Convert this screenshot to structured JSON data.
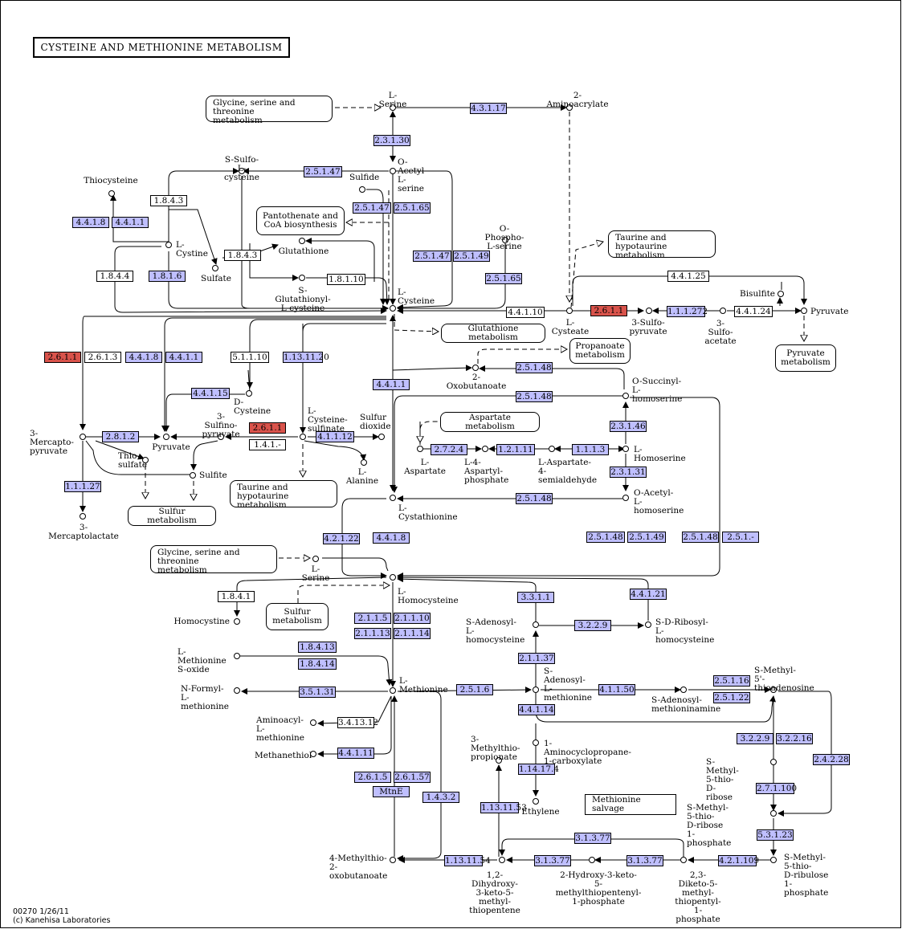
{
  "title": "CYSTEINE AND METHIONINE METABOLISM",
  "footer": {
    "map_id": "00270 1/26/11",
    "copyright": "(c) Kanehisa Laboratories"
  },
  "colors": {
    "enzyme_fill": "#bfbfff",
    "highlight_fill": "#d9534b",
    "plain_fill": "#ffffff"
  },
  "compounds": {
    "serine": "L-Serine",
    "aminoacrylate": "2-Aminoacrylate",
    "s_sulfo_cys": "S-Sulfo-L-cysteine",
    "o_acetyl_ser": "O-Acetyl-L-serine",
    "thiocysteine": "Thiocysteine",
    "sulfide": "Sulfide",
    "l_cystine": "L-Cystine",
    "sulfate": "Sulfate",
    "glutathione": "Glutathione",
    "s_glut_cys": "S-Glutathionyl-\nL-cysteine",
    "o_phospho_ser": "O-Phospho-L-serine",
    "l_cysteine": "L-Cysteine",
    "l_cysteate": "L-Cysteate",
    "sulfopyr": "3-Sulfo-\npyruvate",
    "sulfoacetate": "3-Sulfo-\nacetate",
    "bisulfite": "Bisulfite",
    "pyruvate_r": "Pyruvate",
    "oxobutanoate": "2-Oxobutanoate",
    "o_succ_hse": "O-Succinyl-\nL-homoserine",
    "d_cysteine": "D-Cysteine",
    "mercaptopyr": "3-Mercapto-\npyruvate",
    "thiosulfate": "Thio-\nsulfate",
    "pyruvate_l": "Pyruvate",
    "sulfinopyr": "3-Sulfino-\npyruvate",
    "cys_sulfinate": "L-Cysteine-\nsulfinate",
    "sulfur_dioxide": "Sulfur\ndioxide",
    "sulfite": "Sulfite",
    "l_alanine": "L-Alanine",
    "l_aspartate": "L-Aspartate",
    "aspartyl_p": "L-4-Aspartyl-\nphosphate",
    "asp_semialdehyde": "L-Aspartate-\n4-semialdehyde",
    "l_homoserine": "L-Homoserine",
    "mercaptolactate": "3-Mercaptolactate",
    "cystathionine": "L-Cystathionine",
    "o_acetyl_hse": "O-Acetyl-\nL-homoserine",
    "serine2": "L-Serine",
    "homocysteine": "L-Homocysteine",
    "homocystine": "Homocystine",
    "sah": "S-Adenosyl-\nL-homocysteine",
    "sdrh": "S-D-Ribosyl-\nL-homocysteine",
    "met_sulfoxide": "L-Methionine\nS-oxide",
    "methionine": "L-Methionine",
    "sam": "S-Adenosyl-\nL-methionine",
    "sam_amine": "S-Adenosyl-\nmethioninamine",
    "mta": "S-Methyl-\n5'-thioadenosine",
    "n_formyl_met": "N-Formyl-\nL-methionine",
    "aminoacyl_met": "Aminoacyl-\nL-methionine",
    "methanethiol": "Methanethiol",
    "methylthioprop": "3-Methylthio-\npropionate",
    "acc": "1-Aminocyclopropane-\n1-carboxylate",
    "mtr": "S-Methyl-5-thio-\nD-ribose",
    "ethylene": "Ethylene",
    "mtr1p": "S-Methyl-5-thio-\nD-ribose 1-phosphate",
    "mtob": "4-Methylthio-\n2-oxobutanoate",
    "dhk": "1,2-Dihydroxy-\n3-keto-5-methyl-\nthiopentene",
    "hk": "2-Hydroxy-3-keto-\n5-methylthiopentenyl-\n1-phosphate",
    "dk": "2,3-Diketo-5-methyl-\nthiopentyl-1-phosphate",
    "mtru1p": "S-Methyl-5-thio-\nD-ribulose 1-phosphate"
  },
  "maps": {
    "gly_ser_thr_top": "Glycine, serine and threonine\nmetabolism",
    "pantothenate": "Pantothenate and\nCoA biosynthesis",
    "taurine_top": "Taurine and hypotaurine\nmetabolism",
    "glutathione_met": "Glutathione metabolism",
    "propanoate": "Propanoate\nmetabolism",
    "pyruvate_met": "Pyruvate\nmetabolism",
    "aspartate_met": "Aspartate metabolism",
    "taurine_mid": "Taurine and hypotaurine\nmetabolism",
    "sulfur_met_1": "Sulfur metabolism",
    "gly_ser_thr_mid": "Glycine, serine and threonine\nmetabolism",
    "sulfur_met_2": "Sulfur\nmetabolism",
    "methionine_salvage": "Methionine salvage"
  },
  "enzymes": {
    "e_43117": "4.3.1.17",
    "e_23130": "2.3.1.30",
    "e_25147a": "2.5.1.47",
    "e_4418a": "4.4.1.8",
    "e_4411a": "4.4.1.1",
    "e_1843a": "1.8.4.3",
    "e_25147b": "2.5.1.47",
    "e_25165a": "2.5.1.65",
    "e_1843b": "1.8.4.3",
    "e_25147c": "2.5.1.47",
    "e_25149a": "2.5.1.49",
    "e_1844": "1.8.4.4",
    "e_1816": "1.8.1.6",
    "e_18110": "1.8.1.10",
    "e_25165b": "2.5.1.65",
    "e_44125": "4.4.1.25",
    "e_44110": "4.4.1.10",
    "e_2611a": "2.6.1.1",
    "e_111272": "1.1.1.272",
    "e_44124": "4.4.1.24",
    "e_2611b": "2.6.1.1",
    "e_2613": "2.6.1.3",
    "e_4418b": "4.4.1.8",
    "e_4411b": "4.4.1.1",
    "e_51110": "5.1.1.10",
    "e_1131120": "1.13.11.20",
    "e_25148a": "2.5.1.48",
    "e_4411c": "4.4.1.1",
    "e_25148b": "2.5.1.48",
    "e_44115": "4.4.1.15",
    "e_2812": "2.8.1.2",
    "e_2611c": "2.6.1.1",
    "e_141": "1.4.1.-",
    "e_41112": "4.1.1.12",
    "e_23146": "2.3.1.46",
    "e_2724": "2.7.2.4",
    "e_12111": "1.2.1.11",
    "e_1113": "1.1.1.3",
    "e_23131": "2.3.1.31",
    "e_11127": "1.1.1.27",
    "e_25148c": "2.5.1.48",
    "e_42122": "4.2.1.22",
    "e_4418c": "4.4.1.8",
    "e_25148d": "2.5.1.48",
    "e_25149b": "2.5.1.49",
    "e_25148e": "2.5.1.48",
    "e_251x": "2.5.1.-",
    "e_1841": "1.8.4.1",
    "e_3311": "3.3.1.1",
    "e_44121": "4.4.1.21",
    "e_2115": "2.1.1.5",
    "e_21110": "2.1.1.10",
    "e_3229a": "3.2.2.9",
    "e_21113": "2.1.1.13",
    "e_21114": "2.1.1.14",
    "e_18413": "1.8.4.13",
    "e_21137": "2.1.1.37",
    "e_18414": "1.8.4.14",
    "e_35131": "3.5.1.31",
    "e_2516": "2.5.1.6",
    "e_41150": "4.1.1.50",
    "e_25116": "2.5.1.16",
    "e_25122": "2.5.1.22",
    "e_341312": "3.4.13.12",
    "e_44114": "4.4.1.14",
    "e_3229b": "3.2.2.9",
    "e_32216": "3.2.2.16",
    "e_44111": "4.4.1.11",
    "e_24228": "2.4.2.28",
    "e_114174": "1.14.17.4",
    "e_2615": "2.6.1.5",
    "e_26157": "2.6.1.57",
    "e_mtne": "MtnE",
    "e_143x": "1.4.3.2",
    "e_271100": "2.7.1.100",
    "e_1131153": "1.13.11.53",
    "e_53123": "5.3.1.23",
    "e_31377a": "3.1.3.77",
    "e_1131154": "1.13.11.54",
    "e_31377b": "3.1.3.77",
    "e_31377c": "3.1.3.77",
    "e_421109": "4.2.1.109"
  }
}
